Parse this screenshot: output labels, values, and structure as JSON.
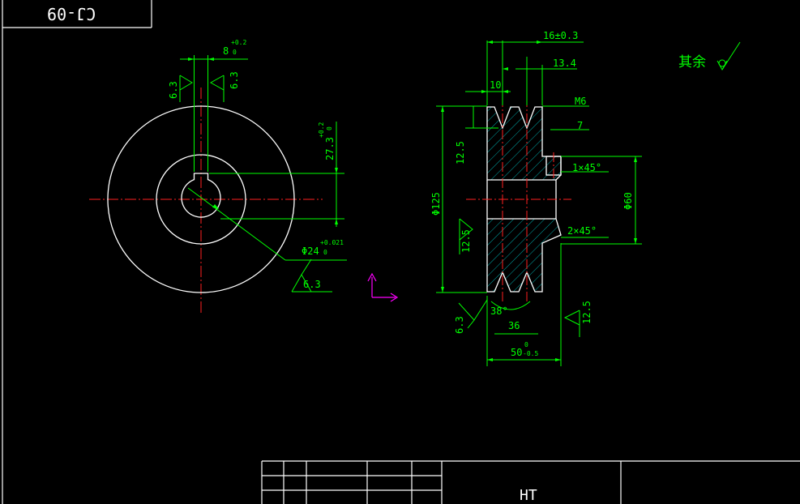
{
  "drawing_number": "CJ-09",
  "material": "HT",
  "remaining_roughness_label": "其余",
  "colors": {
    "background": "#000000",
    "outline": "#ffffff",
    "dimension": "#00ff00",
    "centerline": "#ff2020",
    "hatch": "#00b8b8",
    "ucs_icon": "#ff00ff"
  },
  "front_view": {
    "keyway_width": "8",
    "keyway_width_tol_upper": "+0.2",
    "keyway_width_tol_lower": "0",
    "keyway_depth": "27.3",
    "keyway_depth_tol_upper": "+0.2",
    "keyway_depth_tol_lower": "0",
    "bore_dia": "Φ24",
    "bore_tol_upper": "+0.021",
    "bore_tol_lower": "0",
    "roughness_left": "6.3",
    "roughness_right": "6.3",
    "roughness_bore": "6.3"
  },
  "section_view": {
    "width_16": "16±0.3",
    "groove_pitch": "13.4",
    "groove_offset": "10",
    "thread": "M6",
    "thread_depth": "7",
    "groove_depth": "12.5",
    "outer_dia": "Φ125",
    "chamfer_top": "1×45°",
    "hub_dia": "Φ60",
    "chamfer_bottom": "2×45°",
    "roughness_left": "12.5",
    "roughness_bottom_right": "12.5",
    "roughness_bottom_left": "6.3",
    "groove_angle": "38°",
    "groove_span": "36",
    "total_width": "50",
    "total_width_tol_upper": "0",
    "total_width_tol_lower": "-0.5"
  }
}
